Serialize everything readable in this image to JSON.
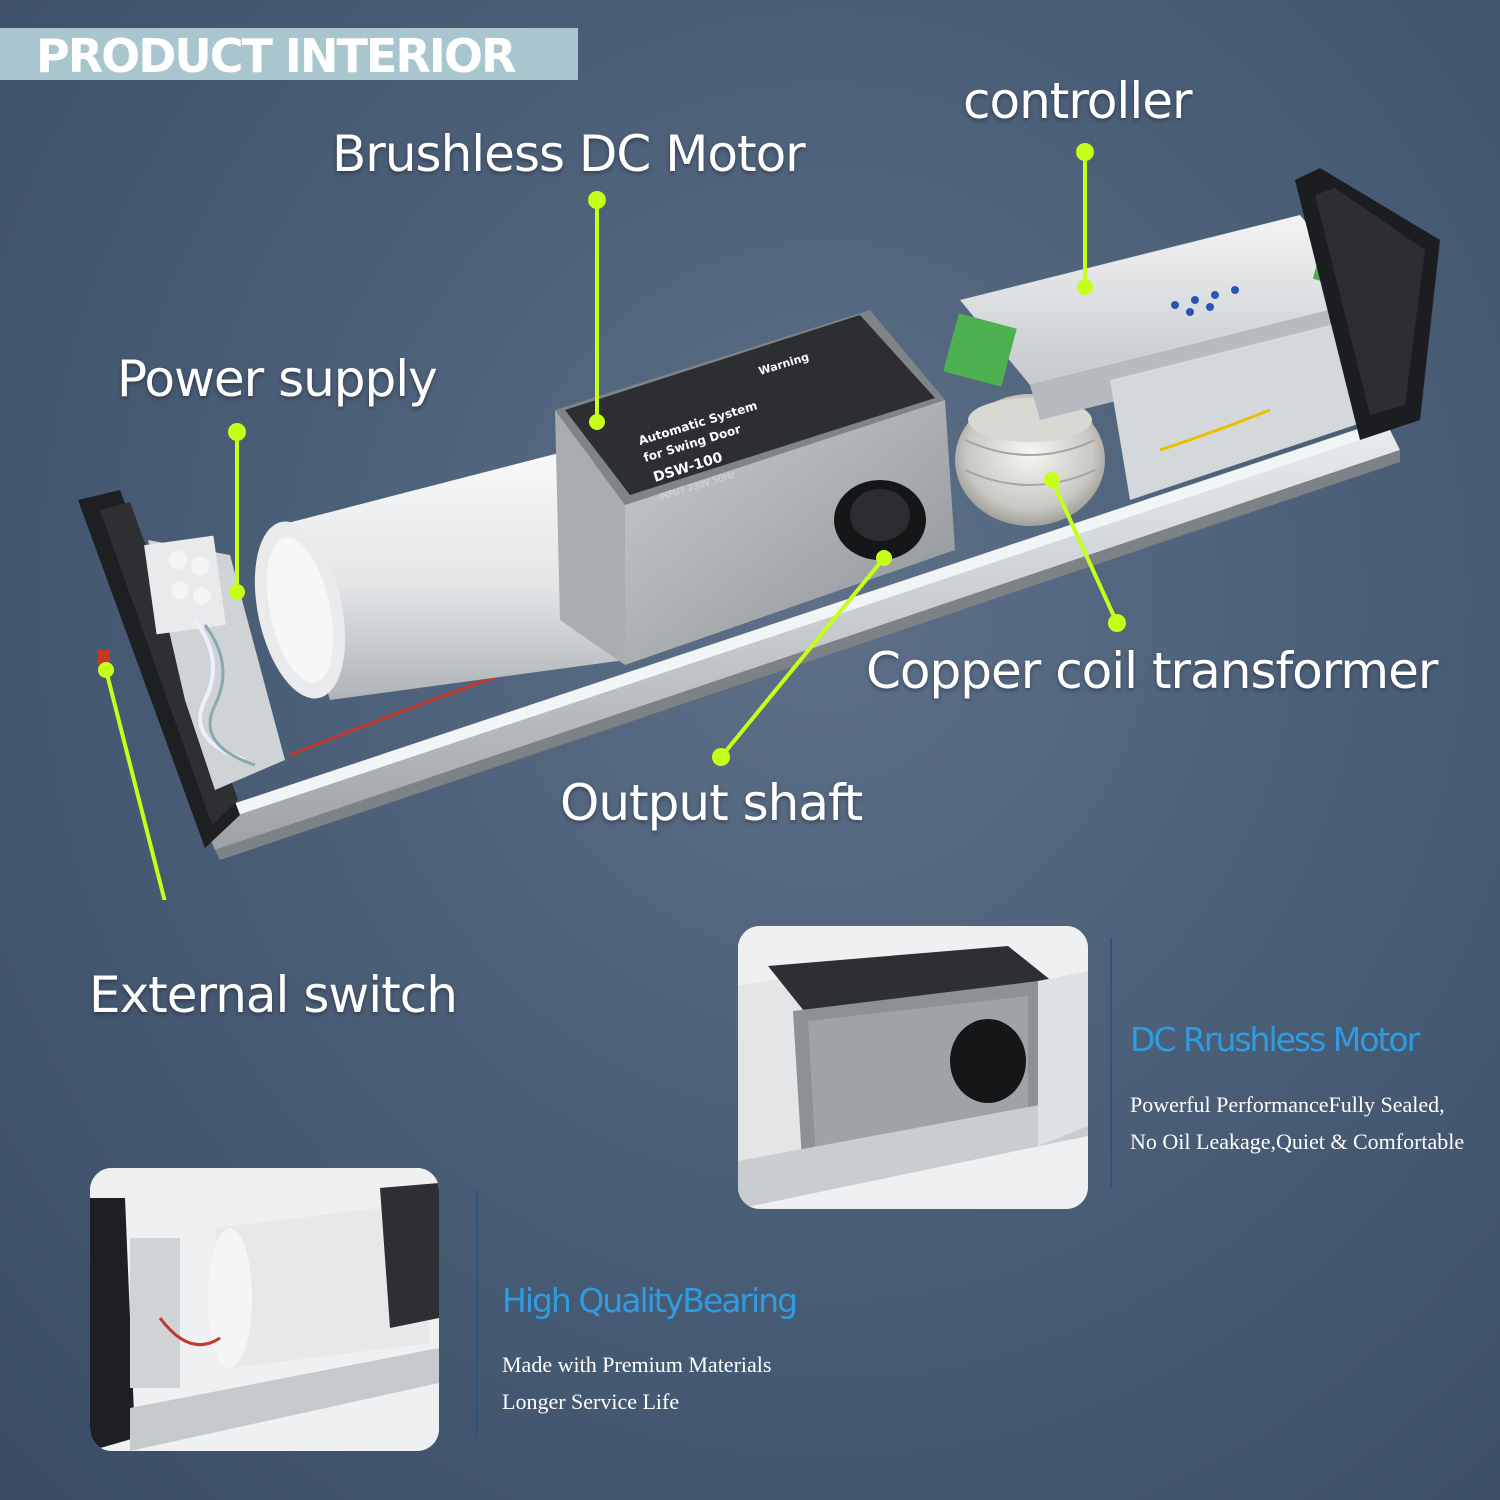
{
  "header": {
    "title": "PRODUCT INTERIOR"
  },
  "callouts": {
    "controller": "controller",
    "motor": "Brushless DC Motor",
    "power_supply": "Power supply",
    "transformer": "Copper coil transformer",
    "output_shaft": "Output shaft",
    "external_switch": "External switch"
  },
  "product_label": {
    "line1": "Automatic System",
    "line2": "for Swing Door",
    "model": "DSW-100",
    "input": "INPUT 230V 50Hz",
    "warning_title": "Warning"
  },
  "features": [
    {
      "title": "DC Rrushless Motor",
      "lines": [
        "Powerful PerformanceFully Sealed,",
        "No Oil Leakage,Quiet & Comfortable"
      ]
    },
    {
      "title": "High QualityBearing",
      "lines": [
        "Made with Premium Materials",
        "Longer Service Life"
      ]
    }
  ],
  "colors": {
    "accent_callout": "#c6ff1a",
    "feature_title": "#2f9be0",
    "banner": "#a9c6cf"
  }
}
